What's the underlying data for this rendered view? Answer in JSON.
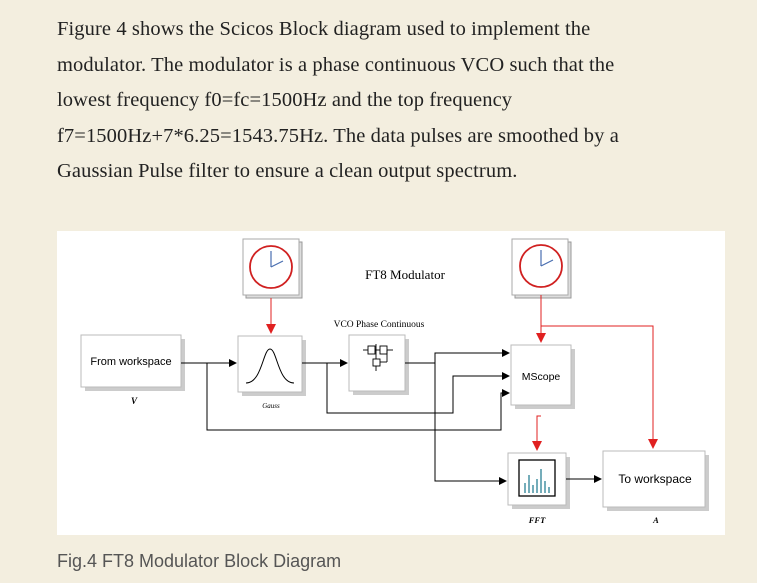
{
  "paragraph": {
    "lines": [
      "Figure 4 shows the Scicos Block diagram used to implement the",
      "modulator. The modulator is a phase continuous VCO such that the",
      "lowest frequency f0=fc=1500Hz and the top frequency",
      "f7=1500Hz+7*6.25=1543.75Hz. The data pulses are smoothed by a",
      "Gaussian Pulse filter to ensure a clean output spectrum."
    ]
  },
  "diagram": {
    "title": "FT8 Modulator",
    "from_workspace_label": "From workspace",
    "from_workspace_sublabel": "V",
    "gauss_sublabel": "Gauss",
    "vco_label": "VCO Phase Continuous",
    "mscope_label": "MScope",
    "fft_sublabel": "FFT",
    "to_workspace_label": "To workspace",
    "to_workspace_sublabel": "A",
    "colors": {
      "event_link": "#e02020",
      "data_link": "#000000",
      "block_fill": "#ffffff",
      "block_shadow": "#c8c8c8"
    }
  },
  "caption": "Fig.4 FT8 Modulator Block Diagram"
}
